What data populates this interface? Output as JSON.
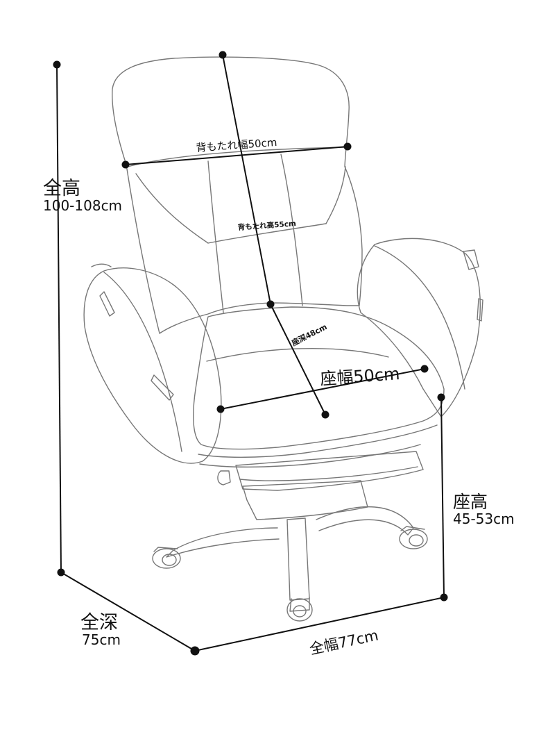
{
  "labels": {
    "total_height_title": "全高",
    "total_height_value": "100-108cm",
    "backrest_width": "背もたれ幅50cm",
    "backrest_height": "背もたれ高55cm",
    "seat_depth": "座深48cm",
    "seat_width": "座幅50cm",
    "seat_height_title": "座高",
    "seat_height_value": "45-53cm",
    "total_depth_title": "全深",
    "total_depth_value": "75cm",
    "total_width": "全幅77cm"
  },
  "colors": {
    "dimension_line": "#111111",
    "chair_outline": "#777777"
  }
}
